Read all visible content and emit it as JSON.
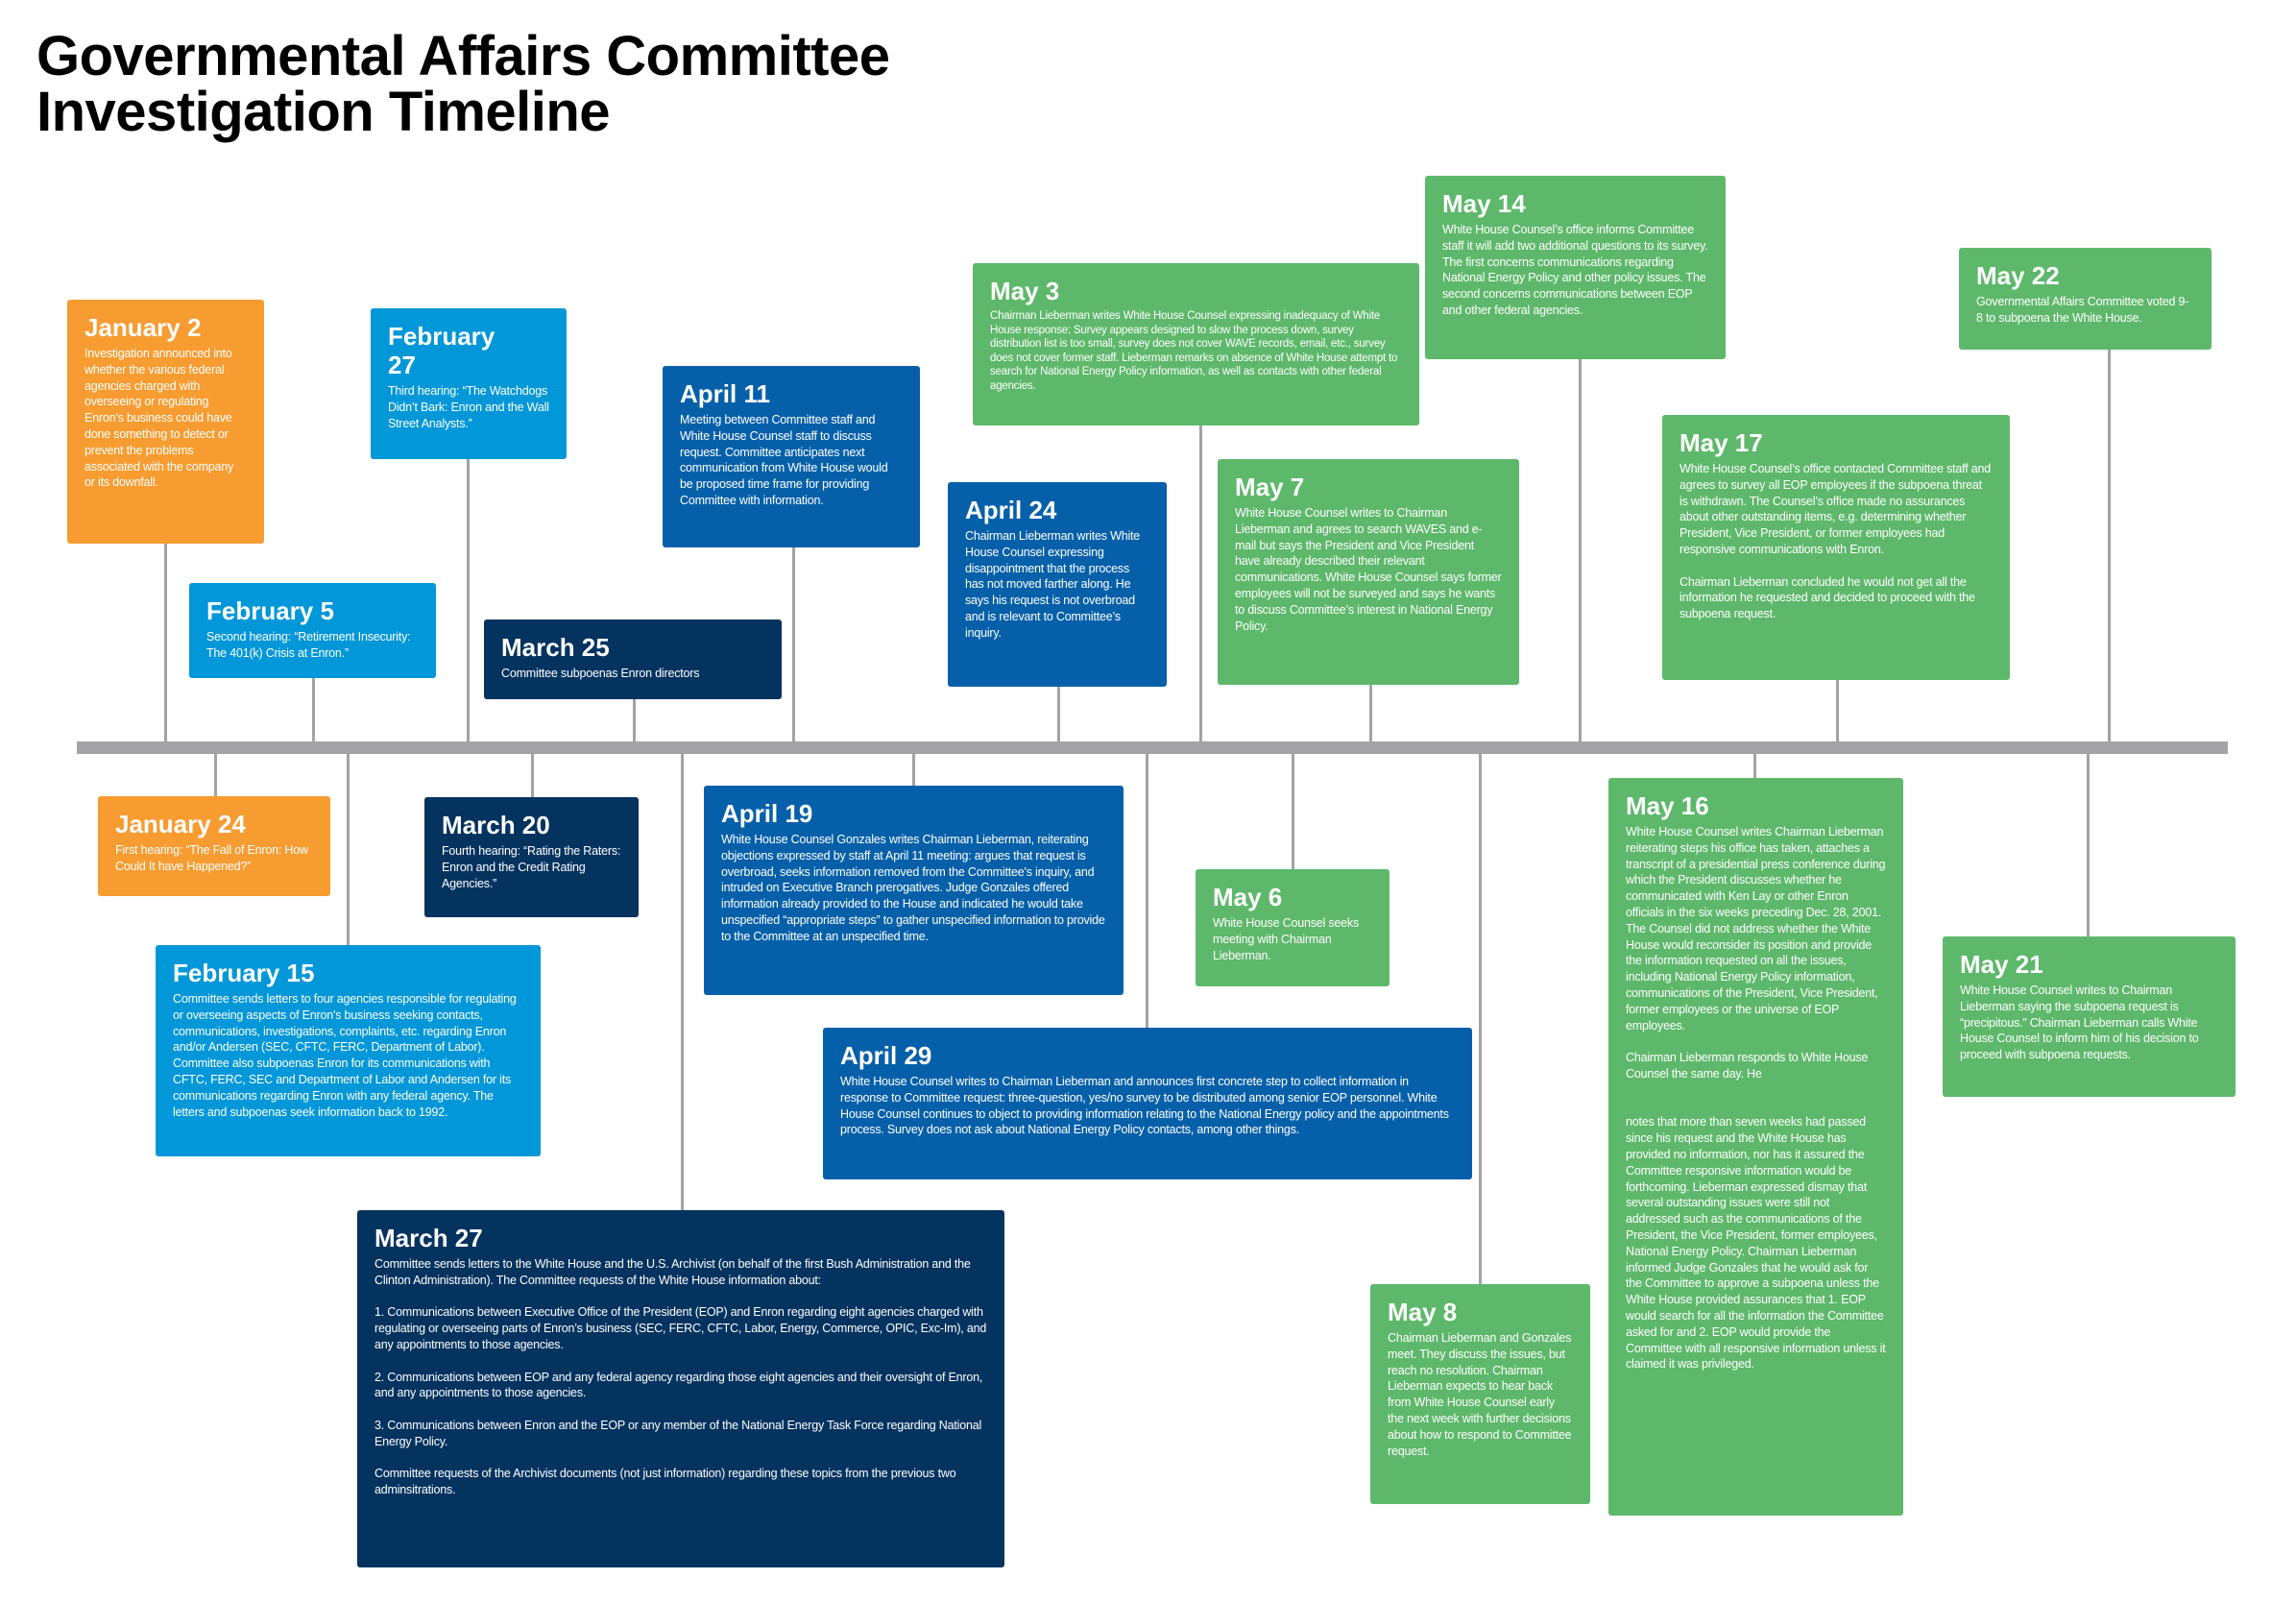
{
  "header": {
    "title_line1": "Governmental Affairs Committee",
    "title_line2": "Investigation Timeline"
  },
  "colors": {
    "january": "#f79c31",
    "february": "#0197d8",
    "april": "#0660a9",
    "march": "#05335f",
    "may": "#5eb86b",
    "axis": "#a3a3a6"
  },
  "events": {
    "jan2": {
      "date": "January 2",
      "text": "Investigation announced into whether the various federal agencies charged with overseeing or regulating Enron’s business could have done something to detect or prevent the problems associated with the company or its downfall."
    },
    "jan24": {
      "date": "January 24",
      "text": "First hearing: “The Fall of Enron: How Could It have Happened?”"
    },
    "feb5": {
      "date": "February 5",
      "text": "Second hearing: “Retirement Insecurity: The 401(k) Crisis at Enron.”"
    },
    "feb15": {
      "date": "February 15",
      "text": "Committee sends letters to four agencies responsible for regulating or overseeing aspects of Enron's business seeking contacts, communications, investigations, complaints, etc. regarding Enron and/or Andersen (SEC, CFTC, FERC, Department of Labor). Committee also subpoenas Enron for its communications with CFTC, FERC, SEC and Department of Labor and Andersen for its communications regarding Enron with any federal agency. The letters and subpoenas seek information back to 1992."
    },
    "feb27": {
      "date": "February 27",
      "text": "Third hearing: “The Watchdogs Didn’t Bark: Enron and the Wall Street Analysts.”"
    },
    "mar20": {
      "date": "March 20",
      "text": "Fourth hearing: “Rating the Raters: Enron and the Credit Rating Agencies.”"
    },
    "mar25": {
      "date": "March 25",
      "text": "Committee subpoenas Enron directors"
    },
    "mar27": {
      "date": "March 27",
      "text": "Committee sends letters to the White House and the U.S. Archivist (on behalf of the first Bush Administration and the Clinton Administration).  The Committee requests of the White House information about:\n\n1. Communications between Executive Office of the President (EOP) and Enron regarding eight agencies charged with regulating or overseeing parts of Enron’s business (SEC, FERC, CFTC, Labor, Energy, Commerce, OPIC, Exc-Im), and any appointments to those agencies.\n\n2.  Communications between EOP and any federal agency regarding those eight agencies and their oversight of Enron, and any appointments to those agencies.\n\n3. Communications between Enron and the EOP or any member of the National Energy Task Force regarding National Energy Policy.\n\nCommittee requests of the Archivist documents (not just information) regarding these topics from the previous two adminsitrations."
    },
    "apr11": {
      "date": "April 11",
      "text": "Meeting between Committee staff and White House Counsel staff to discuss request.  Committee anticipates next communication from White House would be proposed time frame for providing Committee with information."
    },
    "apr19": {
      "date": "April 19",
      "text": "White House Counsel Gonzales writes Chairman Lieberman, reiterating objections expressed by staff at April 11 meeting: argues that request is overbroad, seeks information removed from the Committee's inquiry, and intruded on Executive Branch prerogatives.  Judge Gonzales offered information already provided to the House and indicated he would take unspecified “appropriate steps” to gather unspecified information to provide to the Committee at an unspecified time."
    },
    "apr24": {
      "date": "April 24",
      "text": "Chairman Lieberman writes White House Counsel expressing disappointment that the process has not moved farther along. He says his request is not overbroad and is relevant to Committee’s inquiry."
    },
    "apr29": {
      "date": "April 29",
      "text": "White House Counsel writes to Chairman Lieberman and announces first concrete step to collect information in response to Committee request:  three-question, yes/no survey to be distributed among senior EOP personnel.  White House Counsel continues to object to providing information relating to the National Energy policy and the appointments process. Survey does not ask about National Energy Policy contacts, among other things."
    },
    "may3": {
      "date": "May 3",
      "text": "Chairman Lieberman writes White House Counsel expressing inadequacy of White House response:  Survey appears designed to slow the process down,  survey distribution list is too small, survey does not cover WAVE records, email, etc., survey does not cover former staff. Lieberman remarks on absence of White House attempt to search for National Energy Policy information, as well as contacts with other federal agencies."
    },
    "may6": {
      "date": "May 6",
      "text": "White House Counsel seeks meeting with Chairman Lieberman."
    },
    "may7": {
      "date": "May 7",
      "text": "White House Counsel writes to Chairman Lieberman and agrees to search WAVES and e-mail but says the President and Vice President have already described their relevant communications.  White House Counsel says former employees will not be surveyed and says he wants to discuss Committee’s interest in National Energy Policy."
    },
    "may8": {
      "date": "May 8",
      "text": "Chairman Lieberman and Gonzales meet.  They discuss the issues, but reach no resolution. Chairman Lieberman expects to hear back from White House Counsel early the next week with further decisions about how to respond to Committee request."
    },
    "may14": {
      "date": "May 14",
      "text": "White House Counsel’s office informs Committee staff it will add two additional questions to its survey.  The first concerns communications regarding National Energy Policy and other policy issues.  The second concerns communications between EOP and other federal agencies."
    },
    "may16": {
      "date": "May 16",
      "text": "White House Counsel writes Chairman Lieberman reiterating steps his office has taken, attaches a transcript of a presidential press conference during which the President discusses whether he communicated with Ken Lay or other Enron officials in the six weeks preceding Dec. 28, 2001.  The Counsel did not address whether the White House would reconsider its position and provide the information requested on all the issues, including National Energy Policy information, communications of the President, Vice President, former employees or the universe of EOP employees.\n\nChairman Lieberman responds to White House Counsel the same day. He\n\n\nnotes that more than seven weeks had passed since his request and the White House has provided no information, nor has it assured the Committee responsive information would be forthcoming.  Lieberman expressed dismay that several outstanding issues were still not addressed such as the communications of the President, the Vice President, former employees, National Energy Policy.  Chairman Lieberman informed Judge Gonzales that he would ask for the Committee to approve a subpoena unless the White House provided assurances that 1. EOP would search for all the information the Committee asked for and 2. EOP would provide the Committee with all responsive information unless it claimed it was privileged."
    },
    "may17": {
      "date": "May 17",
      "text": "White House Counsel’s office contacted Committee staff and agrees to survey all EOP employees if the subpoena threat is withdrawn.  The Counsel’s office made no assurances about other outstanding items, e.g. determining whether President, Vice President, or former employees had responsive communications with Enron.\n\nChairman Lieberman concluded he would not get all the information he requested and decided to proceed with the subpoena request."
    },
    "may21": {
      "date": "May 21",
      "text": "White House Counsel writes to Chairman Lieberman saying the subpoena request is “precipitous.”  Chairman Lieberman calls White House Counsel to inform him of his decision to proceed with subpoena requests."
    },
    "may22": {
      "date": "May 22",
      "text": "Governmental Affairs Committee voted 9-8 to subpoena the White House."
    }
  }
}
